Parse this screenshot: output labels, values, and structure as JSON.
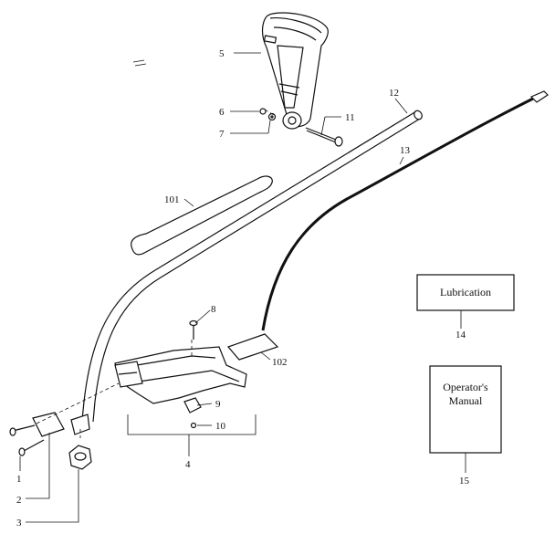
{
  "callouts": {
    "c1": "1",
    "c2": "2",
    "c3": "3",
    "c4": "4",
    "c5": "5",
    "c6": "6",
    "c7": "7",
    "c8": "8",
    "c9": "9",
    "c10": "10",
    "c11": "11",
    "c12": "12",
    "c13": "13",
    "c14": "14",
    "c15": "15",
    "c101": "101",
    "c102": "102"
  },
  "boxes": {
    "lubrication": "Lubrication",
    "manual_line1": "Operator's",
    "manual_line2": "Manual"
  }
}
